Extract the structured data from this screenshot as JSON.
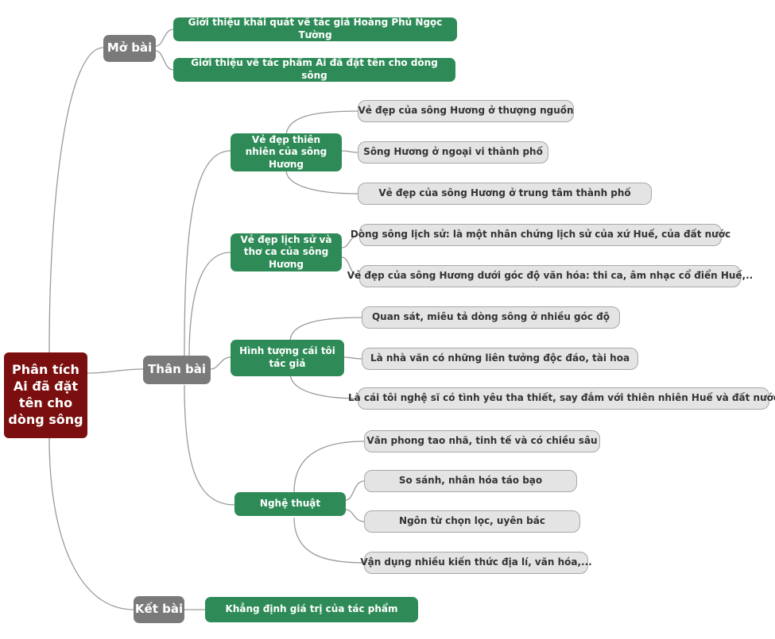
{
  "root": "Phân tích Ai đã đặt tên cho dòng sông",
  "sections": {
    "mo_bai": {
      "label": "Mở bài",
      "items": [
        "Giới thiệu khái quát về tác giả Hoàng Phủ Ngọc Tường",
        "Giới thiệu về tác phẩm Ai đã đặt tên cho dòng sông"
      ]
    },
    "than_bai": {
      "label": "Thân bài",
      "groups": [
        {
          "label": "Vẻ đẹp thiên nhiên của sông Hương",
          "items": [
            "Vẻ đẹp của sông Hương ở thượng nguồn",
            "Sông Hương ở ngoại vi thành phố",
            "Vẻ đẹp của sông Hương ở trung tâm thành phố"
          ]
        },
        {
          "label": "Vẻ đẹp lịch sử và thơ ca của sông Hương",
          "items": [
            "Dòng sông lịch sử:  là một nhân chứng lịch sử của xứ Huế, của đất nước",
            "Vẻ đẹp của sông Hương dưới góc độ văn hóa: thi ca, âm nhạc cổ điển Huế,.."
          ]
        },
        {
          "label": "Hình tượng cái tôi tác giả",
          "items": [
            "Quan sát, miêu tả dòng sông ở nhiều góc độ",
            "Là nhà văn có những liên tưởng độc đáo, tài hoa",
            "Là cái tôi nghệ sĩ có tình yêu tha thiết, say đắm với thiên nhiên Huế và đất nước"
          ]
        },
        {
          "label": "Nghệ thuật",
          "items": [
            "Văn phong tao nhã, tinh tế và có chiều sâu",
            "So sánh, nhân hóa táo bạo",
            "Ngôn từ chọn lọc, uyên bác",
            "Vận dụng nhiều kiến thức địa lí, văn hóa,..."
          ]
        }
      ]
    },
    "ket_bai": {
      "label": "Kết bài",
      "items": [
        "Khẳng định giá trị của tác phẩm"
      ]
    }
  }
}
